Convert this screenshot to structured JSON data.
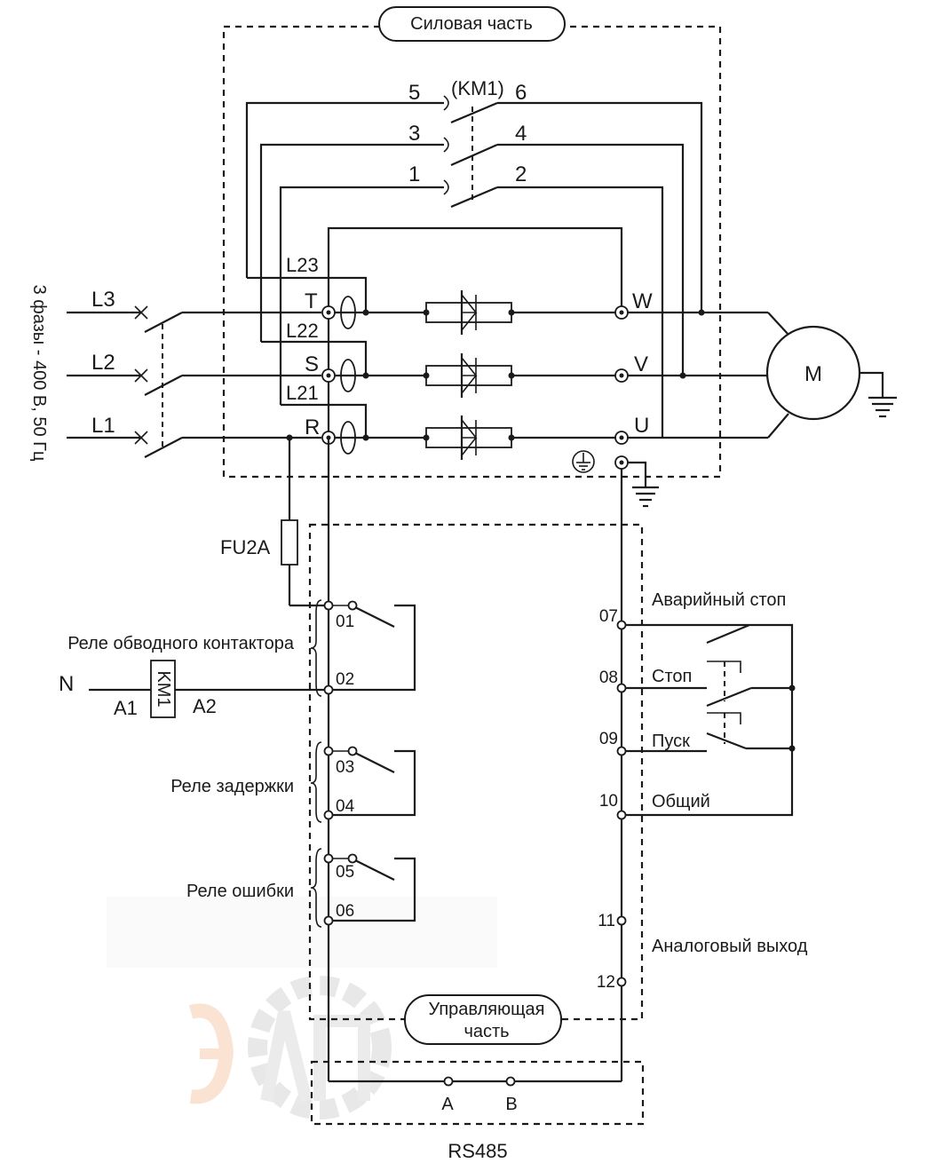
{
  "blocks": {
    "power": "Силовая часть",
    "control_line1": "Управляющая",
    "control_line2": "часть",
    "rs485": "RS485"
  },
  "supply": {
    "label": "3 фазы - 400 В, 50 Гц",
    "phases": [
      "L3",
      "L2",
      "L1"
    ]
  },
  "contactor": {
    "name": "(KM1)",
    "pins": [
      "5",
      "6",
      "3",
      "4",
      "1",
      "2"
    ]
  },
  "terminals": {
    "inputs": [
      "T",
      "S",
      "R"
    ],
    "taps": [
      "L23",
      "L22",
      "L21"
    ],
    "outputs": [
      "W",
      "V",
      "U"
    ]
  },
  "motor": {
    "label": "M"
  },
  "fuse": {
    "label": "FU2A"
  },
  "coil": {
    "label": "KM1",
    "n": "N",
    "a1": "A1",
    "a2": "A2"
  },
  "relays": [
    {
      "label": "Реле обводного контактора",
      "pins": [
        "01",
        "02"
      ]
    },
    {
      "label": "Реле задержки",
      "pins": [
        "03",
        "04"
      ]
    },
    {
      "label": "Реле ошибки",
      "pins": [
        "05",
        "06"
      ]
    }
  ],
  "inputs": {
    "pins": [
      "07",
      "08",
      "09",
      "10",
      "11",
      "12"
    ],
    "emergency": "Аварийный стоп",
    "stop": "Стоп",
    "start": "Пуск",
    "common": "Общий",
    "analog": "Аналоговый выход"
  },
  "bus": {
    "a": "A",
    "b": "B"
  }
}
